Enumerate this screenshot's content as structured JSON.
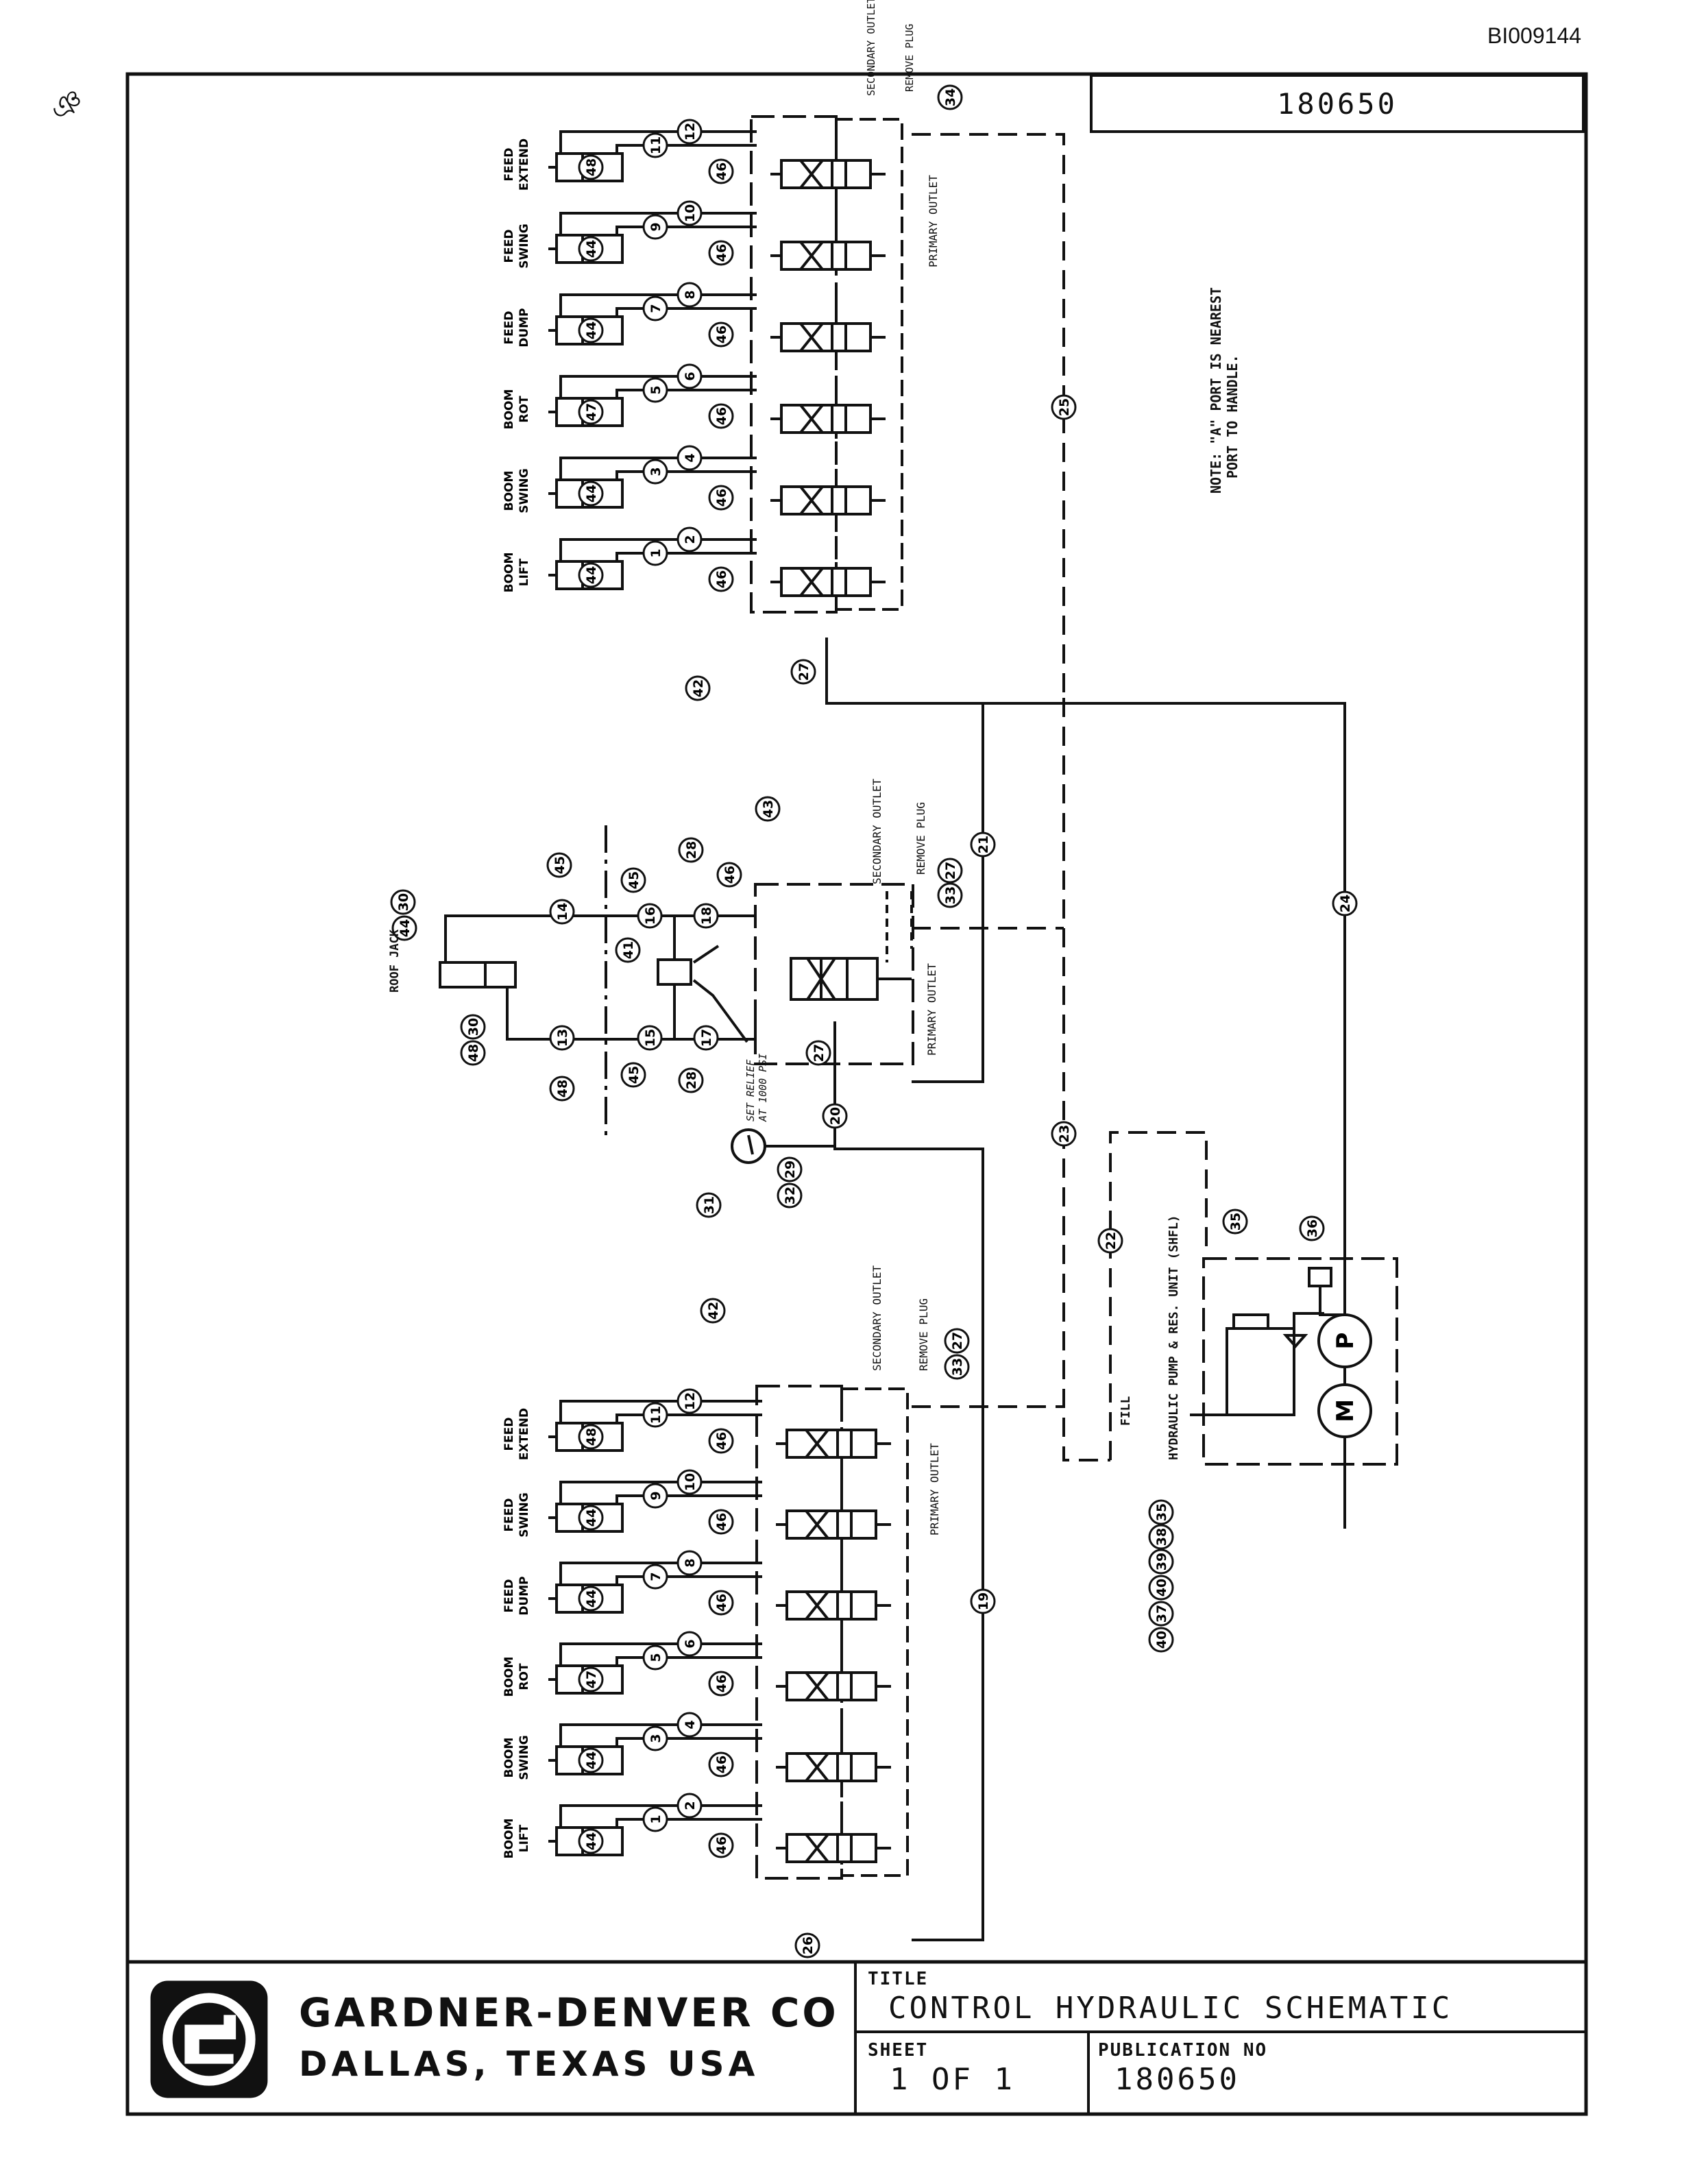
{
  "header": {
    "doc_id": "BI009144",
    "corner_mark": "ঞ",
    "publication_box": "180650"
  },
  "note": {
    "line1": "NOTE: \"A\" PORT IS NEAREST",
    "line2": "PORT TO HANDLE."
  },
  "upper_bank": {
    "functions": [
      "FEED EXTEND",
      "FEED SWING",
      "FEED DUMP",
      "BOOM ROT",
      "BOOM SWING",
      "BOOM LIFT"
    ],
    "cylinders": [
      "48",
      "44",
      "44",
      "47",
      "44",
      "44"
    ],
    "lines_a": [
      "12",
      "10",
      "8",
      "6",
      "4",
      "2"
    ],
    "lines_b": [
      "11",
      "9",
      "7",
      "5",
      "3",
      "1"
    ],
    "valve_callout": "46",
    "callouts": {
      "body": "42",
      "inlet": "27",
      "end": "34",
      "line": "25"
    },
    "outlet_labels": {
      "secondary": "SECONDARY OUTLET",
      "plug": "REMOVE PLUG",
      "primary": "PRIMARY OUTLET"
    }
  },
  "middle_section": {
    "function": "ROOF JACK",
    "cyl_callouts": [
      "30",
      "44",
      "48",
      "30"
    ],
    "lines": [
      "14",
      "16",
      "18",
      "13",
      "15",
      "17"
    ],
    "tee_callouts": [
      "45",
      "45",
      "45",
      "48"
    ],
    "relief_callouts": [
      "28",
      "41",
      "28"
    ],
    "relief_note": {
      "line1": "SET RELIEF",
      "line2": "AT 1000 PSI"
    },
    "valve_callouts": [
      "43",
      "46",
      "33",
      "27",
      "27",
      "21",
      "20",
      "24"
    ],
    "gauge_callouts": [
      "31",
      "32",
      "29"
    ],
    "outlet_labels": {
      "secondary": "SECONDARY OUTLET",
      "plug": "REMOVE PLUG",
      "primary": "PRIMARY OUTLET"
    }
  },
  "lower_bank": {
    "functions": [
      "FEED EXTEND",
      "FEED SWING",
      "FEED DUMP",
      "BOOM ROT",
      "BOOM SWING",
      "BOOM LIFT"
    ],
    "cylinders": [
      "48",
      "44",
      "44",
      "47",
      "44",
      "44"
    ],
    "lines_a": [
      "12",
      "10",
      "8",
      "6",
      "4",
      "2"
    ],
    "lines_b": [
      "11",
      "9",
      "7",
      "5",
      "3",
      "1"
    ],
    "valve_callout": "46",
    "callouts": {
      "body": "42",
      "outlet": "33",
      "outlet2": "27",
      "line": "19",
      "inlet": "26"
    },
    "outlet_labels": {
      "secondary": "SECONDARY OUTLET",
      "plug": "REMOVE PLUG",
      "primary": "PRIMARY OUTLET"
    }
  },
  "pump_unit": {
    "label": "HYDRAULIC PUMP & RES. UNIT (SHFL)",
    "fill": "FILL",
    "motor": "M",
    "pump": "P",
    "callouts": [
      "35",
      "36",
      "22",
      "23"
    ],
    "fitting_callouts": [
      "40",
      "37",
      "40",
      "39",
      "38",
      "35"
    ]
  },
  "title_block": {
    "company": "GARDNER-DENVER CO",
    "city": "DALLAS, TEXAS USA",
    "title_label": "TITLE",
    "title": "CONTROL HYDRAULIC SCHEMATIC",
    "sheet_label": "SHEET",
    "sheet": "1 OF 1",
    "pub_label": "PUBLICATION NO",
    "pub_no": "180650"
  }
}
